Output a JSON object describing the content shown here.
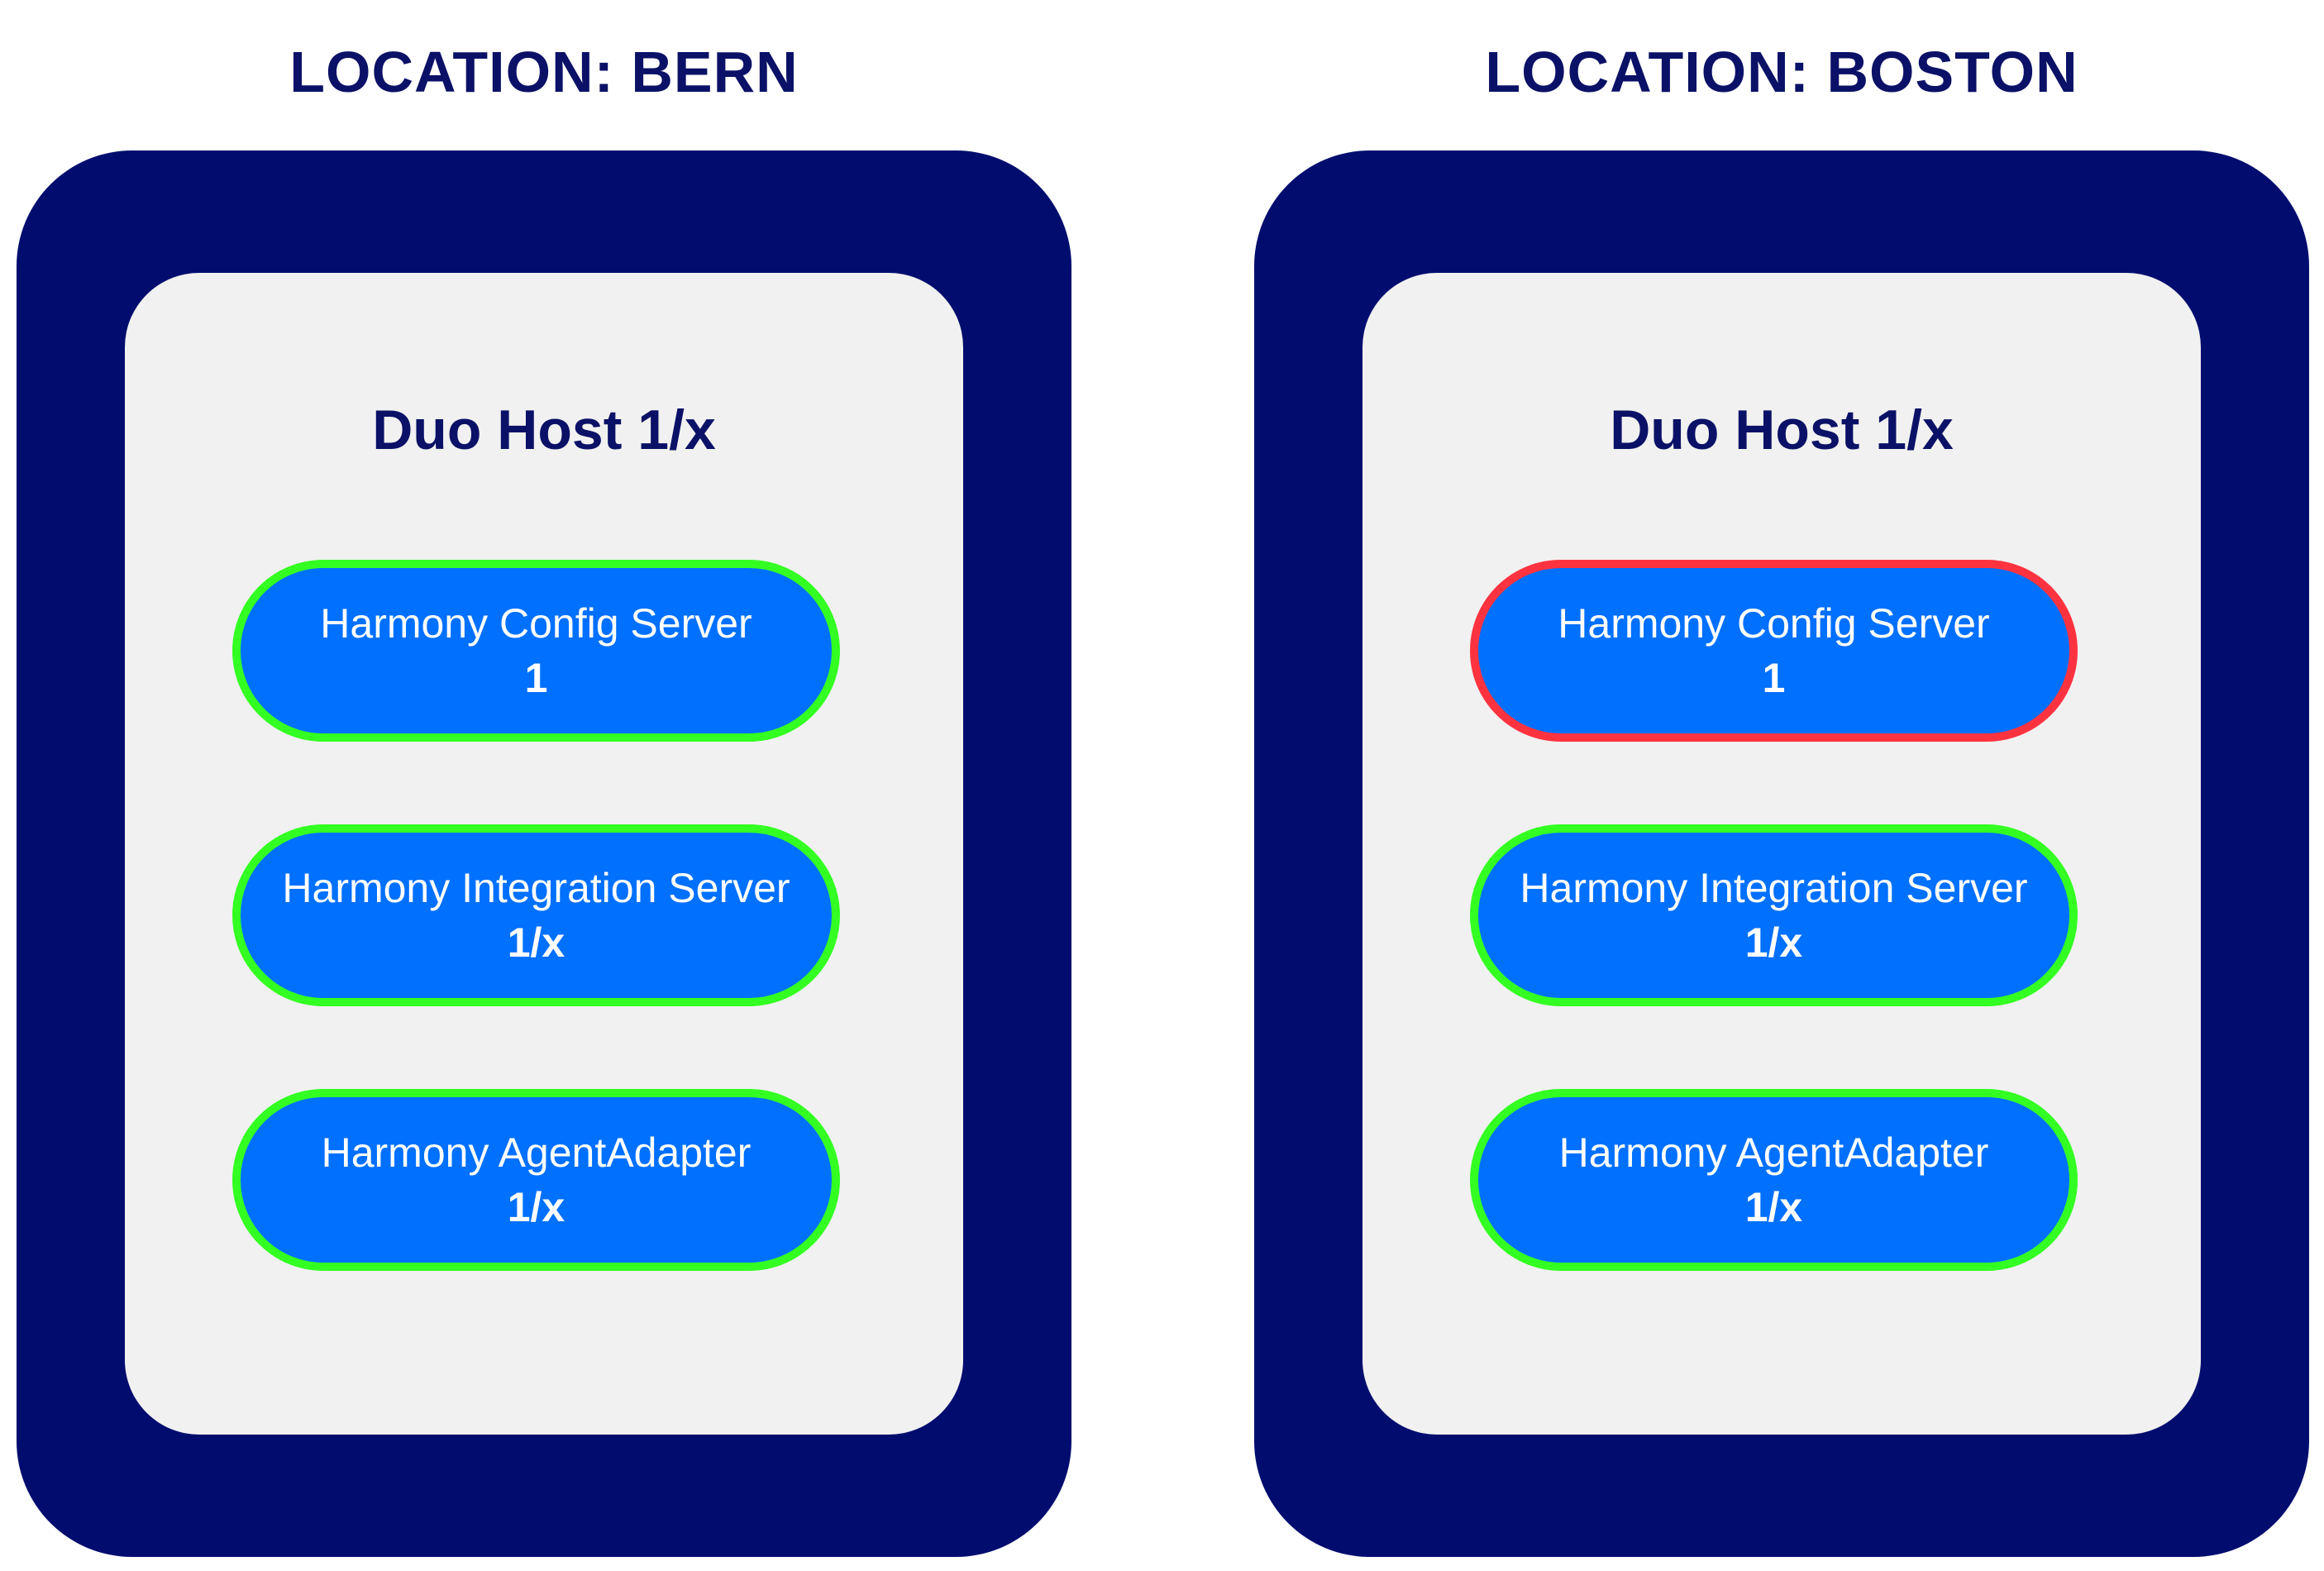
{
  "locations": [
    {
      "title": "LOCATION: BERN",
      "host": "Duo Host 1/x",
      "services": [
        {
          "name": "Harmony Config Server",
          "count": "1",
          "status_color": "#33ff22"
        },
        {
          "name": "Harmony Integration Server",
          "count": "1/x",
          "status_color": "#33ff22"
        },
        {
          "name": "Harmony AgentAdapter",
          "count": "1/x",
          "status_color": "#33ff22"
        }
      ]
    },
    {
      "title": "LOCATION: BOSTON",
      "host": "Duo Host 1/x",
      "services": [
        {
          "name": "Harmony Config Server",
          "count": "1",
          "status_color": "#ff3340"
        },
        {
          "name": "Harmony Integration Server",
          "count": "1/x",
          "status_color": "#33ff22"
        },
        {
          "name": "Harmony AgentAdapter",
          "count": "1/x",
          "status_color": "#33ff22"
        }
      ]
    }
  ],
  "colors": {
    "title_text": "#0b1166",
    "location_box": "#000d6e",
    "host_box": "#f1f1f1",
    "service_fill": "#0070ff",
    "status_ok": "#33ff22",
    "status_alert": "#ff3340"
  }
}
